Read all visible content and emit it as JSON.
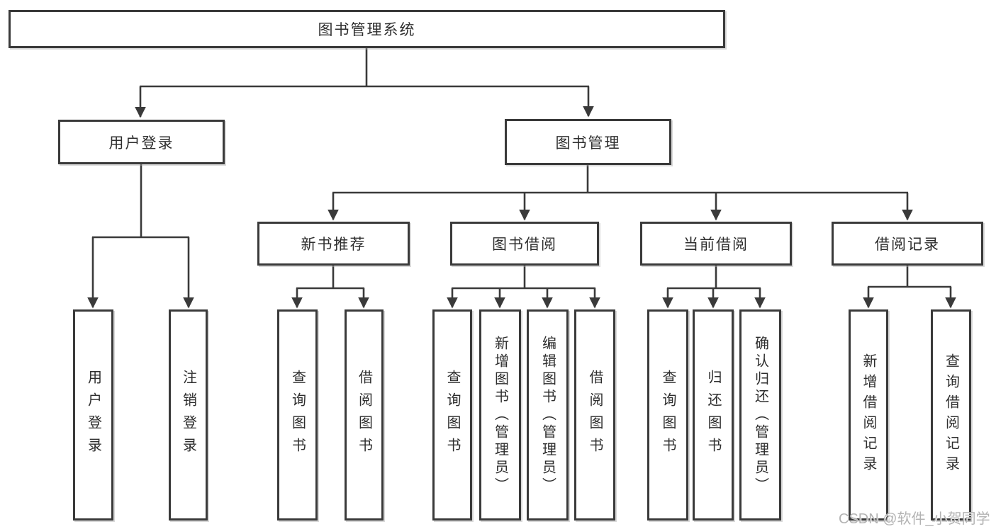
{
  "tree": {
    "label": "图书管理系统",
    "children": [
      {
        "label": "用户登录",
        "children": [
          {
            "label": "用户登录"
          },
          {
            "label": "注销登录"
          }
        ]
      },
      {
        "label": "图书管理",
        "children": [
          {
            "label": "新书推荐",
            "children": [
              {
                "label": "查询图书"
              },
              {
                "label": "借阅图书"
              }
            ]
          },
          {
            "label": "图书借阅",
            "children": [
              {
                "label": "查询图书"
              },
              {
                "label": "新增图书（管理员）"
              },
              {
                "label": "编辑图书（管理员）"
              },
              {
                "label": "借阅图书"
              }
            ]
          },
          {
            "label": "当前借阅",
            "children": [
              {
                "label": "查询图书"
              },
              {
                "label": "归还图书"
              },
              {
                "label": "确认归还（管理员）"
              }
            ]
          },
          {
            "label": "借阅记录",
            "children": [
              {
                "label": "新增借阅记录"
              },
              {
                "label": "查询借阅记录"
              }
            ]
          }
        ]
      }
    ]
  },
  "watermark": "CSDN @软件_小贺同学",
  "colors": {
    "line": "#3a3a3a",
    "box_border": "#3a3a3a",
    "text": "#2e2e2e",
    "background": "#ffffff",
    "watermark_text": "#b3b3b3"
  }
}
